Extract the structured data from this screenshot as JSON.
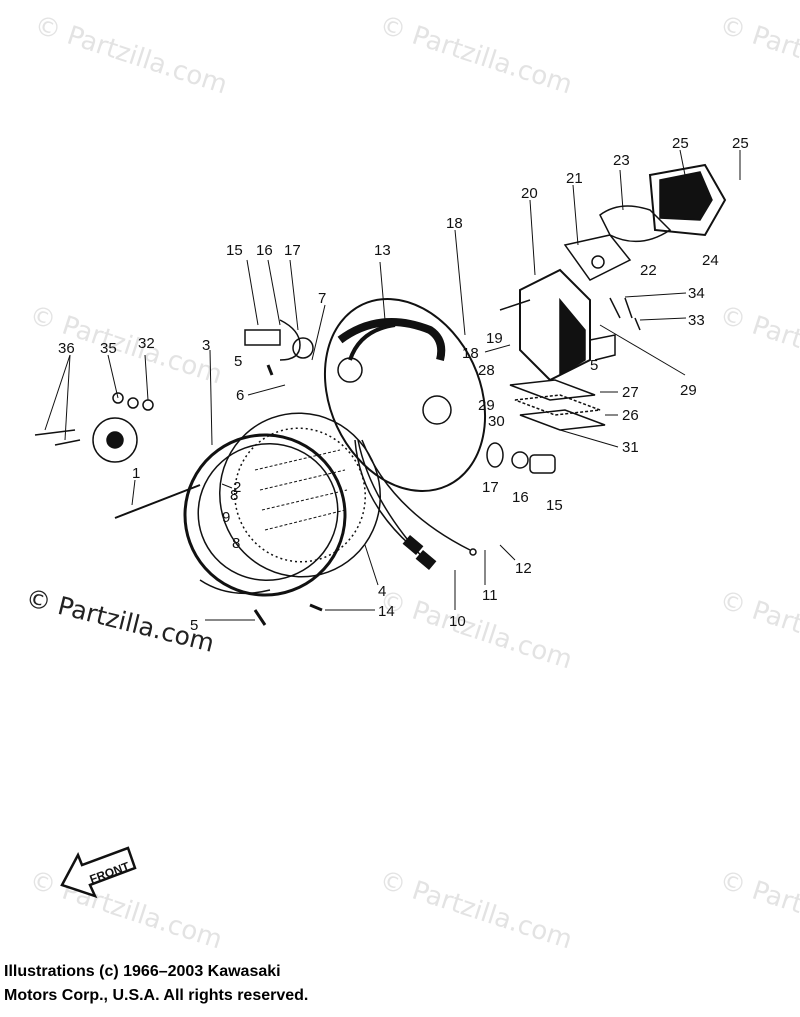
{
  "watermark": {
    "text": "© Partzilla.com",
    "small_text": "© Partzilla.com"
  },
  "front_label": "FRONT",
  "copyright": {
    "line1": "Illustrations (c) 1966–2003 Kawasaki",
    "line2": "Motors Corp., U.S.A.  All rights reserved."
  },
  "part_labels": {
    "p1": "1",
    "p2": "2",
    "p3": "3",
    "p4": "4",
    "p5a": "5",
    "p5b": "5",
    "p6": "6",
    "p7": "7",
    "p8a": "8",
    "p8b": "8",
    "p9": "9",
    "p10": "10",
    "p11": "11",
    "p12": "12",
    "p13": "13",
    "p14": "14",
    "p15a": "15",
    "p15b": "15",
    "p16a": "16",
    "p16b": "16",
    "p17a": "17",
    "p17b": "17",
    "p18a": "18",
    "p18b": "18",
    "p19": "19",
    "p20": "20",
    "p21": "21",
    "p22": "22",
    "p23": "23",
    "p24": "24",
    "p25a": "25",
    "p25b": "25",
    "p26": "26",
    "p27": "27",
    "p28": "28",
    "p29a": "29",
    "p29b": "29",
    "p30": "30",
    "p31": "31",
    "p32": "32",
    "p33": "33",
    "p34": "34",
    "p35": "35",
    "p36": "36",
    "p5c": "5"
  }
}
